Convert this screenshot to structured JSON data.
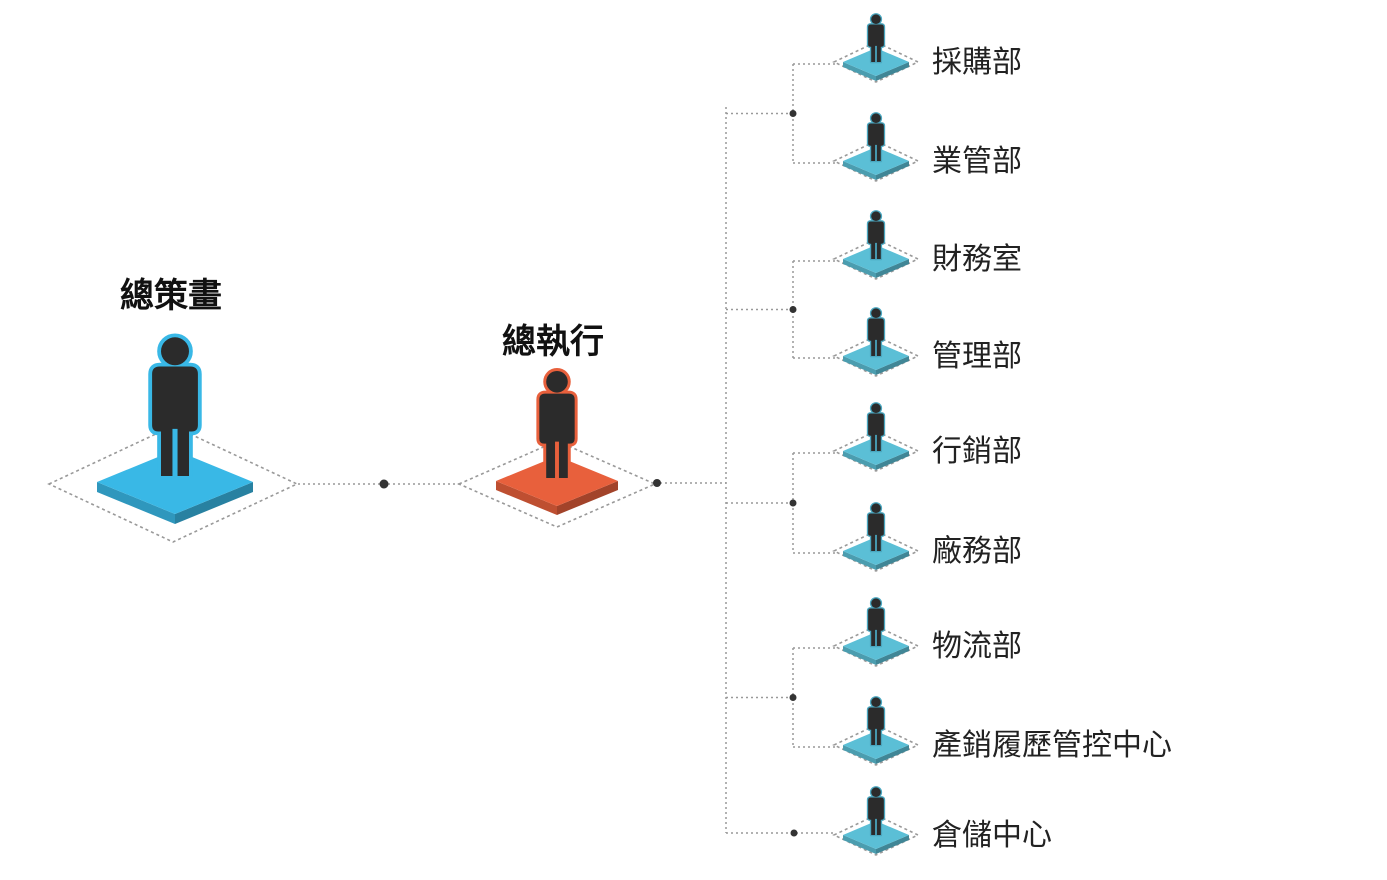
{
  "colors": {
    "planner_platform": "#39b8e6",
    "planner_outline": "#39b8e6",
    "executive_platform": "#e8603c",
    "executive_outline": "#e8603c",
    "dept_platform": "#5bbfd6",
    "dept_outline": "#4aa7c0",
    "figure": "#2b2b2b",
    "connector": "#999999",
    "junction_dot": "#333333"
  },
  "icons": {
    "person": "person-icon",
    "platform": "isometric-platform"
  },
  "nodes": {
    "planner": {
      "label": "總策畫"
    },
    "executive": {
      "label": "總執行"
    }
  },
  "departments": [
    {
      "label": "採購部"
    },
    {
      "label": "業管部"
    },
    {
      "label": "財務室"
    },
    {
      "label": "管理部"
    },
    {
      "label": "行銷部"
    },
    {
      "label": "廠務部"
    },
    {
      "label": "物流部"
    },
    {
      "label": "產銷履歷管控中心"
    },
    {
      "label": "倉儲中心"
    }
  ]
}
